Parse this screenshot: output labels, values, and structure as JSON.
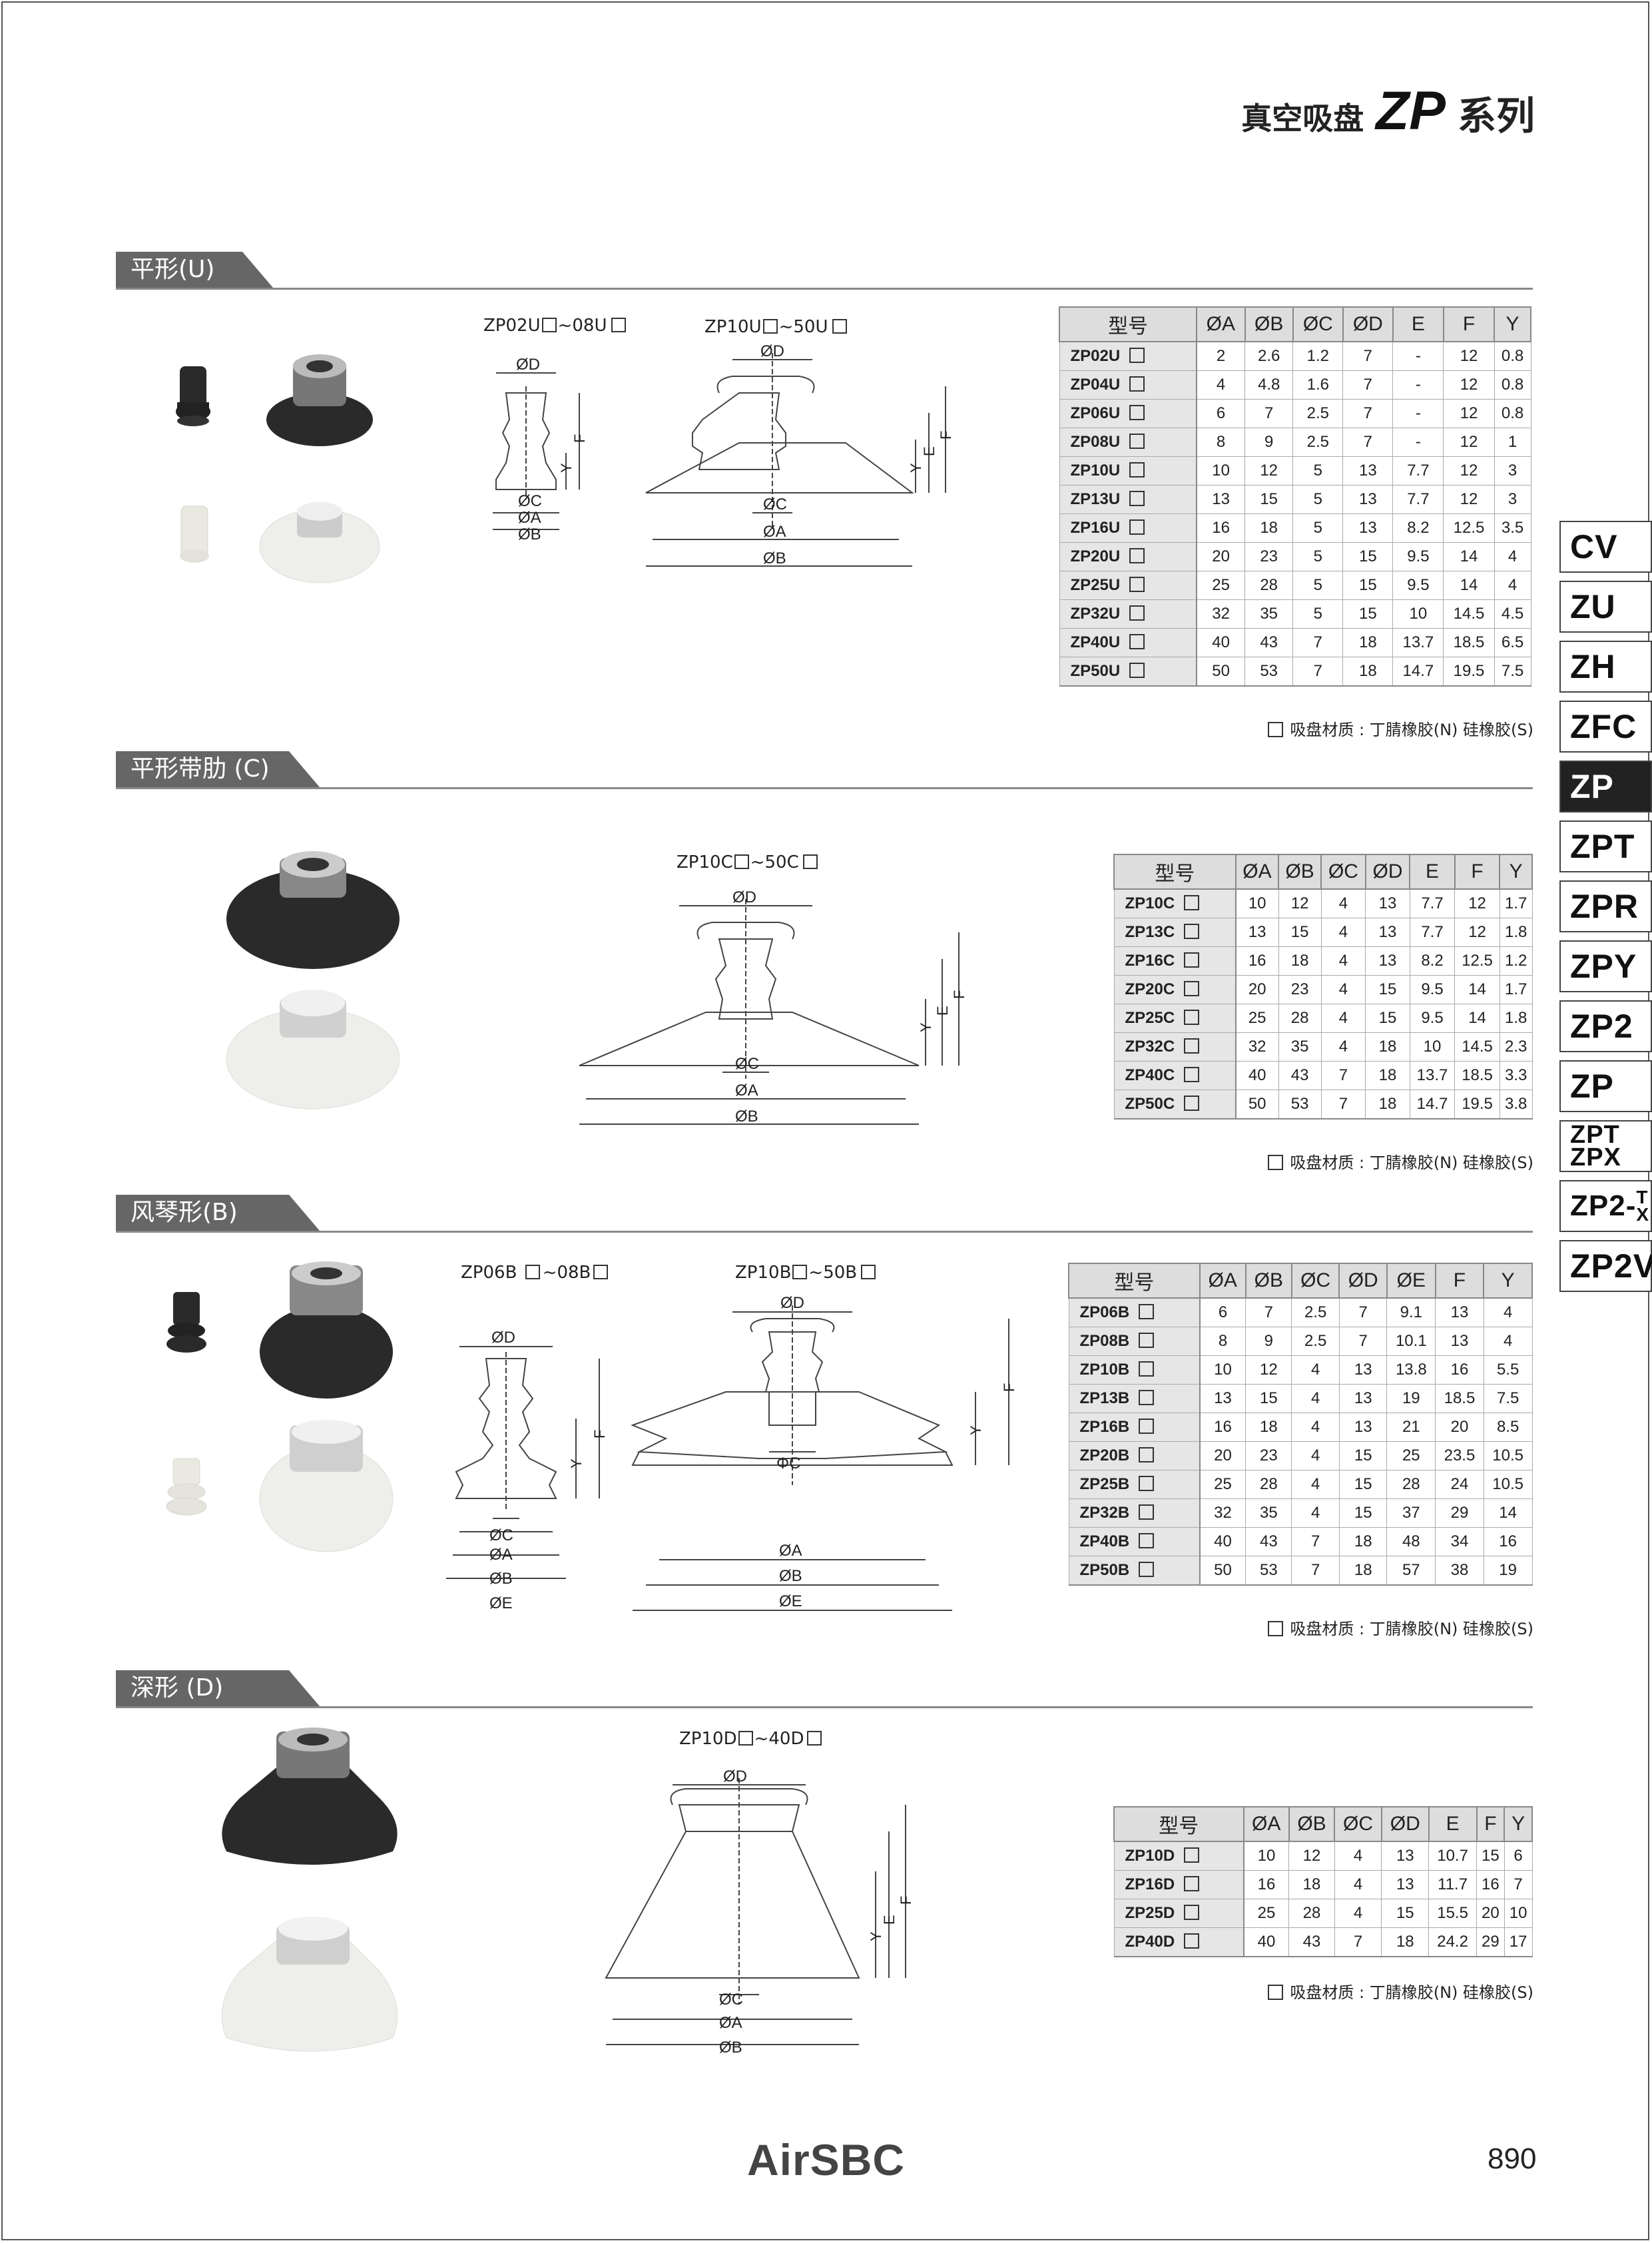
{
  "header": {
    "cn_title": "真空吸盘",
    "series_code": "ZP",
    "series_word": "系列"
  },
  "sections": [
    {
      "label": "平形(U)",
      "model_range_1": "ZP02U",
      "range_join_1": "~08U",
      "model_range_2": "ZP10U",
      "range_join_2": "~50U",
      "dims": {
        "d": "ØD",
        "c": "ØC",
        "a": "ØA",
        "b": "ØB",
        "f": "F",
        "y": "Y",
        "e": "E"
      }
    },
    {
      "label": "平形带肋 (C)",
      "model_range_1": "ZP10C",
      "range_join_1": "~50C"
    },
    {
      "label": "风琴形(B)",
      "model_range_1": "ZP06B",
      "range_join_1": "~08B",
      "model_range_2": "ZP10B",
      "range_join_2": "~50B",
      "dim_e": "ØE",
      "dim_c2": "ΦC"
    },
    {
      "label": "深形 (D)",
      "model_range_1": "ZP10D",
      "range_join_1": "~40D"
    }
  ],
  "tables": {
    "u": {
      "headers": [
        "型号",
        "ØA",
        "ØB",
        "ØC",
        "ØD",
        "E",
        "F",
        "Y"
      ],
      "rows": [
        [
          "ZP02U",
          "2",
          "2.6",
          "1.2",
          "7",
          "-",
          "12",
          "0.8"
        ],
        [
          "ZP04U",
          "4",
          "4.8",
          "1.6",
          "7",
          "-",
          "12",
          "0.8"
        ],
        [
          "ZP06U",
          "6",
          "7",
          "2.5",
          "7",
          "-",
          "12",
          "0.8"
        ],
        [
          "ZP08U",
          "8",
          "9",
          "2.5",
          "7",
          "-",
          "12",
          "1"
        ],
        [
          "ZP10U",
          "10",
          "12",
          "5",
          "13",
          "7.7",
          "12",
          "3"
        ],
        [
          "ZP13U",
          "13",
          "15",
          "5",
          "13",
          "7.7",
          "12",
          "3"
        ],
        [
          "ZP16U",
          "16",
          "18",
          "5",
          "13",
          "8.2",
          "12.5",
          "3.5"
        ],
        [
          "ZP20U",
          "20",
          "23",
          "5",
          "15",
          "9.5",
          "14",
          "4"
        ],
        [
          "ZP25U",
          "25",
          "28",
          "5",
          "15",
          "9.5",
          "14",
          "4"
        ],
        [
          "ZP32U",
          "32",
          "35",
          "5",
          "15",
          "10",
          "14.5",
          "4.5"
        ],
        [
          "ZP40U",
          "40",
          "43",
          "7",
          "18",
          "13.7",
          "18.5",
          "6.5"
        ],
        [
          "ZP50U",
          "50",
          "53",
          "7",
          "18",
          "14.7",
          "19.5",
          "7.5"
        ]
      ]
    },
    "c": {
      "headers": [
        "型号",
        "ØA",
        "ØB",
        "ØC",
        "ØD",
        "E",
        "F",
        "Y"
      ],
      "rows": [
        [
          "ZP10C",
          "10",
          "12",
          "4",
          "13",
          "7.7",
          "12",
          "1.7"
        ],
        [
          "ZP13C",
          "13",
          "15",
          "4",
          "13",
          "7.7",
          "12",
          "1.8"
        ],
        [
          "ZP16C",
          "16",
          "18",
          "4",
          "13",
          "8.2",
          "12.5",
          "1.2"
        ],
        [
          "ZP20C",
          "20",
          "23",
          "4",
          "15",
          "9.5",
          "14",
          "1.7"
        ],
        [
          "ZP25C",
          "25",
          "28",
          "4",
          "15",
          "9.5",
          "14",
          "1.8"
        ],
        [
          "ZP32C",
          "32",
          "35",
          "4",
          "18",
          "10",
          "14.5",
          "2.3"
        ],
        [
          "ZP40C",
          "40",
          "43",
          "7",
          "18",
          "13.7",
          "18.5",
          "3.3"
        ],
        [
          "ZP50C",
          "50",
          "53",
          "7",
          "18",
          "14.7",
          "19.5",
          "3.8"
        ]
      ]
    },
    "b": {
      "headers": [
        "型号",
        "ØA",
        "ØB",
        "ØC",
        "ØD",
        "ØE",
        "F",
        "Y"
      ],
      "rows": [
        [
          "ZP06B",
          "6",
          "7",
          "2.5",
          "7",
          "9.1",
          "13",
          "4"
        ],
        [
          "ZP08B",
          "8",
          "9",
          "2.5",
          "7",
          "10.1",
          "13",
          "4"
        ],
        [
          "ZP10B",
          "10",
          "12",
          "4",
          "13",
          "13.8",
          "16",
          "5.5"
        ],
        [
          "ZP13B",
          "13",
          "15",
          "4",
          "13",
          "19",
          "18.5",
          "7.5"
        ],
        [
          "ZP16B",
          "16",
          "18",
          "4",
          "13",
          "21",
          "20",
          "8.5"
        ],
        [
          "ZP20B",
          "20",
          "23",
          "4",
          "15",
          "25",
          "23.5",
          "10.5"
        ],
        [
          "ZP25B",
          "25",
          "28",
          "4",
          "15",
          "28",
          "24",
          "10.5"
        ],
        [
          "ZP32B",
          "32",
          "35",
          "4",
          "15",
          "37",
          "29",
          "14"
        ],
        [
          "ZP40B",
          "40",
          "43",
          "7",
          "18",
          "48",
          "34",
          "16"
        ],
        [
          "ZP50B",
          "50",
          "53",
          "7",
          "18",
          "57",
          "38",
          "19"
        ]
      ]
    },
    "d": {
      "headers": [
        "型号",
        "ØA",
        "ØB",
        "ØC",
        "ØD",
        "E",
        "F",
        "Y"
      ],
      "rows": [
        [
          "ZP10D",
          "10",
          "12",
          "4",
          "13",
          "10.7",
          "15",
          "6"
        ],
        [
          "ZP16D",
          "16",
          "18",
          "4",
          "13",
          "11.7",
          "16",
          "7"
        ],
        [
          "ZP25D",
          "25",
          "28",
          "4",
          "15",
          "15.5",
          "20",
          "10"
        ],
        [
          "ZP40D",
          "40",
          "43",
          "7",
          "18",
          "24.2",
          "29",
          "17"
        ]
      ]
    }
  },
  "material_note": "吸盘材质 : 丁腈橡胶(N) 硅橡胶(S)",
  "side_tabs": [
    "CV",
    "ZU",
    "ZH",
    "ZFC",
    "ZP",
    "ZPT",
    "ZPR",
    "ZPY",
    "ZP2",
    "ZP"
  ],
  "side_tab_zptx": {
    "line1": "ZPT",
    "line2": "ZPX"
  },
  "side_tab_zp2tx": {
    "base": "ZP2-",
    "sup": "T",
    "sub": "X"
  },
  "side_tab_last": "ZP2V",
  "active_side_tab": "ZP",
  "footer": {
    "logo": "AirSBC",
    "page_number": "890"
  },
  "colors": {
    "tab_bg": "#666666",
    "active_tab": "#222222",
    "black_cup": "#2a2a2a",
    "clear_cup": "#eeeeea"
  }
}
